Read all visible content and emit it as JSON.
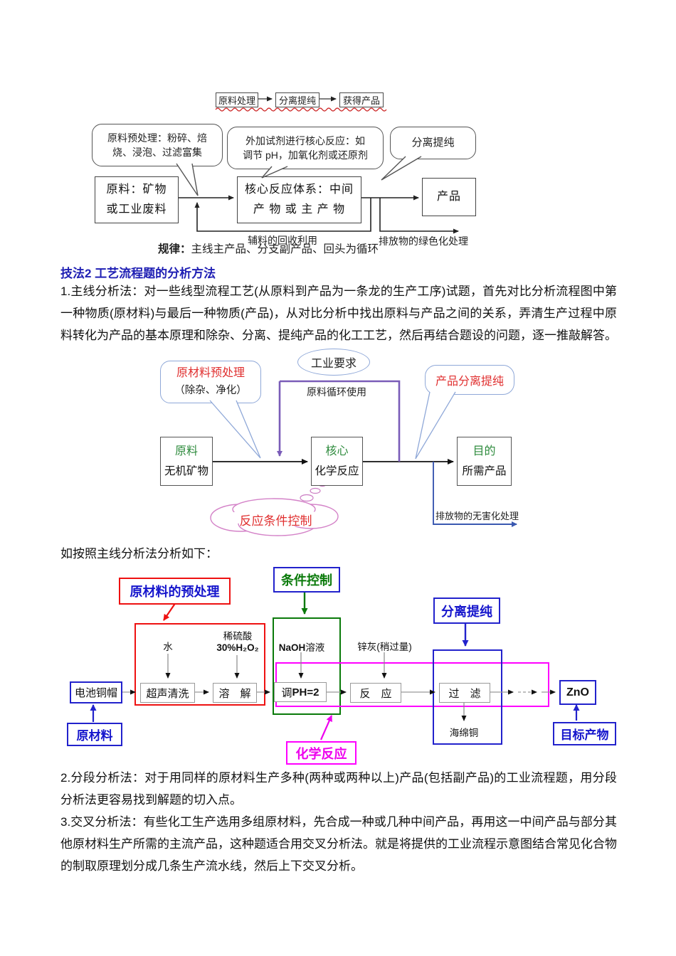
{
  "colors": {
    "heading_blue": "#2020b4",
    "label_blue": "#1414cc",
    "box_red": "#ee1111",
    "box_green": "#0a7a0a",
    "box_magenta": "#ff00ff",
    "box_blue": "#2222cc",
    "callout_red": "#e03030",
    "green_text": "#2e8b3d",
    "purple_line": "#7a5cb8",
    "blue_line": "#3a58b0"
  },
  "diagram1": {
    "steps": [
      {
        "label": "原料处理"
      },
      {
        "label": "分离提纯"
      },
      {
        "label": "获得产品"
      }
    ],
    "callout1_l1": "原料预处理：粉碎、焙",
    "callout1_l2": "烧、浸泡、过滤富集",
    "callout2_l1": "外加试剂进行核心反应：如",
    "callout2_l2": "调节 pH，加氧化剂或还原剂",
    "callout3": "分离提纯",
    "box_raw_l1": "原料：矿物",
    "box_raw_l2": "或工业废料",
    "box_core_l1": "核心反应体系：中间",
    "box_core_l2": "产 物 或 主 产 物",
    "box_product": "产品",
    "recycle": "辅料的回收利用",
    "discharge": "排放物的绿色化处理",
    "rule_label": "规律：",
    "rule_text": "主线主产品、分支副产品、回头为循环"
  },
  "text": {
    "heading": "技法2 工艺流程题的分析方法",
    "para1": "1.主线分析法：对一些线型流程工艺(从原料到产品为一条龙的生产工序)试题，首先对比分析流程图中第一种物质(原材料)与最后一种物质(产品)，从对比分析中找出原料与产品之间的关系，弄清生产过程中原料转化为产品的基本原理和除杂、分离、提纯产品的化工工艺，然后再结合题设的问题，逐一推敲解答。",
    "lead": "如按照主线分析法分析如下：",
    "para2": "2.分段分析法：对于用同样的原材料生产多种(两种或两种以上)产品(包括副产品)的工业流程题，用分段分析法更容易找到解题的切入点。",
    "para3": "3.交叉分析法：有些化工生产选用多组原材料，先合成一种或几种中间产品，再用这一中间产品与部分其他原材料生产所需的主流产品，这种题适合用交叉分析法。就是将提供的工业流程示意图结合常见化合物的制取原理划分成几条生产流水线，然后上下交叉分析。"
  },
  "diagram2": {
    "callout_pre_l1": "原材料预处理",
    "callout_pre_l2": "（除杂、净化）",
    "bubble_industry": "工业要求",
    "recycle": "原料循环使用",
    "callout_sep": "产品分离提纯",
    "box_raw_l1": "原料",
    "box_raw_l2": "无机矿物",
    "box_core_l1": "核心",
    "box_core_l2": "化学反应",
    "box_goal_l1": "目的",
    "box_goal_l2": "所需产品",
    "cloud": "反应条件控制",
    "discharge": "排放物的无害化处理"
  },
  "diagram3": {
    "label_pre": "原材料的预处理",
    "label_cond": "条件控制",
    "label_sep": "分离提纯",
    "label_raw": "原材料",
    "label_reaction": "化学反应",
    "label_target": "目标产物",
    "water": "水",
    "acid_l1": "稀硫酸",
    "acid_l2": "30%H₂O₂",
    "naoh_b": "NaOH",
    "naoh_n": "溶液",
    "zinc": "锌灰(稍过量)",
    "step_input": "电池铜帽",
    "step_wash": "超声清洗",
    "step_dissolve": "溶　解",
    "ph_n": "调",
    "ph_b": "PH=2",
    "step_react": "反　应",
    "step_filter": "过　滤",
    "byproduct": "海绵铜",
    "product": "ZnO"
  }
}
